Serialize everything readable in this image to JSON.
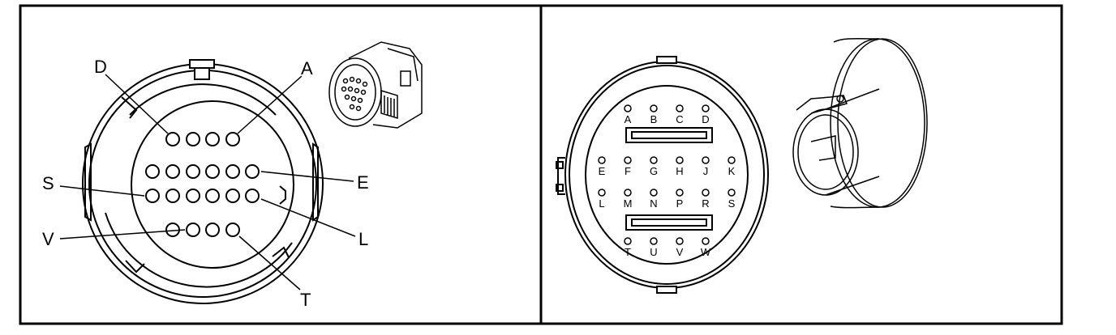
{
  "left_panel": {
    "callouts": [
      "A",
      "D",
      "E",
      "L",
      "S",
      "T",
      "V"
    ]
  },
  "right_panel": {
    "pin_rows": [
      [
        "A",
        "B",
        "C",
        "D"
      ],
      [
        "E",
        "F",
        "G",
        "H",
        "J",
        "K"
      ],
      [
        "L",
        "M",
        "N",
        "P",
        "R",
        "S"
      ],
      [
        "T",
        "U",
        "V",
        "W"
      ]
    ]
  }
}
